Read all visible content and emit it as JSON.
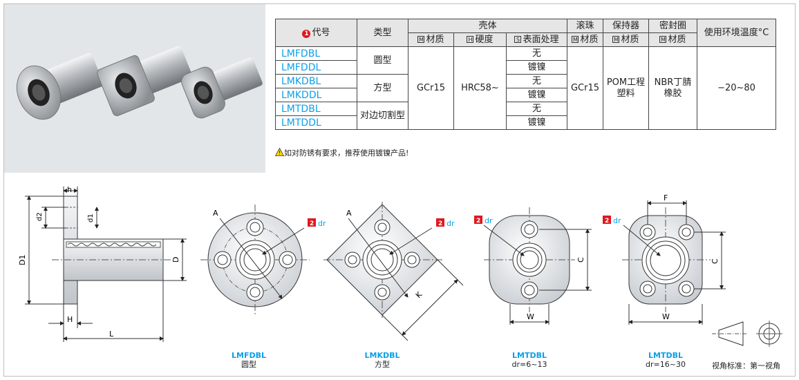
{
  "table": {
    "header": {
      "code": "代号",
      "code_num": "1",
      "type": "类型",
      "shell": "壳体",
      "ball": "滚珠",
      "retainer": "保持器",
      "seal": "密封圈",
      "temp": "使用环境温度°C",
      "m_label": "材质",
      "h_label": "硬度",
      "s_label": "表面处理",
      "m_badge": "M",
      "h_badge": "H",
      "s_badge": "S"
    },
    "rows": [
      {
        "code": "LMFDBL",
        "surface": "无"
      },
      {
        "code": "LMFDDL",
        "surface": "镀镍"
      },
      {
        "code": "LMKDBL",
        "surface": "无"
      },
      {
        "code": "LMKDDL",
        "surface": "镀镍"
      },
      {
        "code": "LMTDBL",
        "surface": "无"
      },
      {
        "code": "LMTDDL",
        "surface": "镀镍"
      }
    ],
    "types": [
      "圆型",
      "方型",
      "对边切割型"
    ],
    "shell_material": "GCr15",
    "hardness": "HRC58~",
    "ball_material": "GCr15",
    "retainer_material": "POM工程塑料",
    "seal_material": "NBR丁腈橡胶",
    "temperature": "−20~80"
  },
  "note": "如对防锈有要求，推荐使用镀镍产品!",
  "drawing_labels": {
    "h": "h",
    "d2": "d2",
    "d1": "d1",
    "D1": "D1",
    "D": "D",
    "H": "H",
    "L": "L",
    "A": "A",
    "K": "K",
    "C": "C",
    "W": "W",
    "F": "F",
    "dr": "dr",
    "dr_num": "2"
  },
  "captions": [
    {
      "name": "LMFDBL",
      "sub": "圆型"
    },
    {
      "name": "LMKDBL",
      "sub": "方型"
    },
    {
      "name": "LMTDBL",
      "sub": "dr=6~13"
    },
    {
      "name": "LMTDBL",
      "sub": "dr=16~30"
    }
  ],
  "projection": "视角标准：第一视角"
}
